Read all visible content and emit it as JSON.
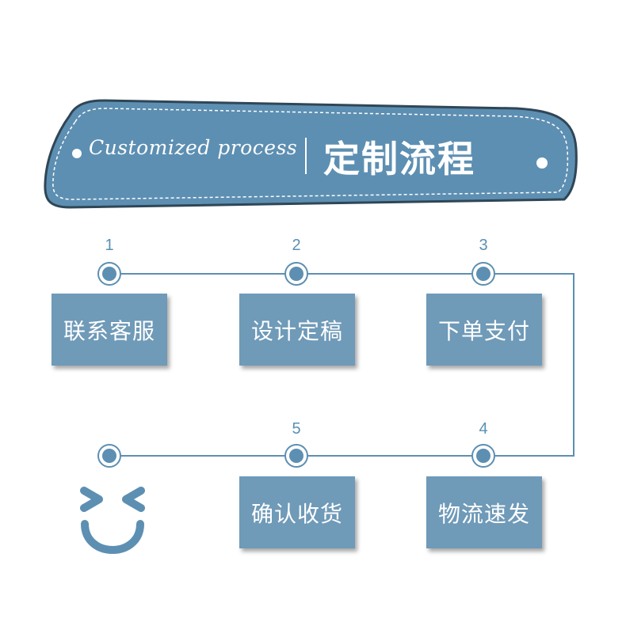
{
  "banner": {
    "english": "Customized process",
    "chinese": "定制流程"
  },
  "steps": [
    {
      "number": "1",
      "label": "联系客服"
    },
    {
      "number": "2",
      "label": "设计定稿"
    },
    {
      "number": "3",
      "label": "下单支付"
    },
    {
      "number": "4",
      "label": "物流速发"
    },
    {
      "number": "5",
      "label": "确认收货"
    }
  ],
  "colors": {
    "primary": "#5d8fb2",
    "box": "#6f9ab8",
    "line": "#5d8fb2",
    "number": "#5a90b4",
    "banner_border": "#2f4656",
    "text": "#ffffff"
  },
  "icons": {
    "end": "smiley-face-icon"
  }
}
